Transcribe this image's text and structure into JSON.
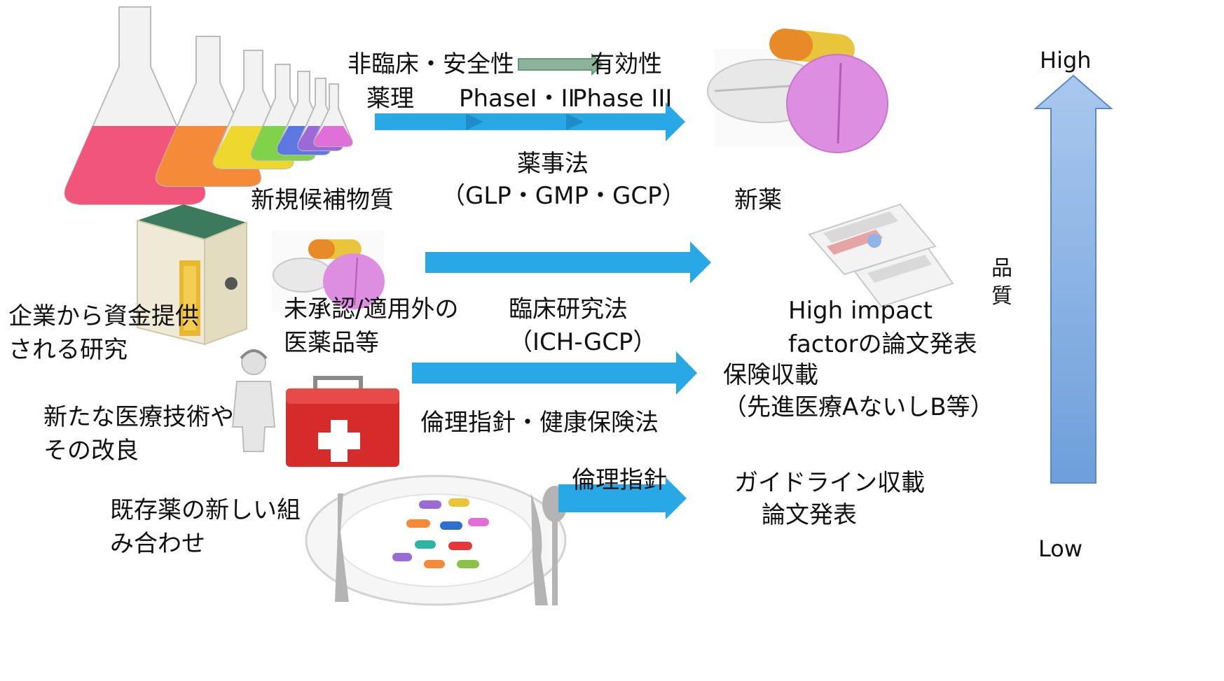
{
  "row1": {
    "top_left": "非臨床・安全性",
    "top_right": "有効性",
    "stage_a": "薬理",
    "stage_b": "PhaseI・II",
    "stage_c": "Phase III",
    "law": "薬事法",
    "law_sub": "（GLP・GMP・GCP）",
    "source": "新規候補物質",
    "outcome": "新薬"
  },
  "row2": {
    "source_left": "企業から資金提供される研究",
    "source_right": "未承認/適用外の医薬品等",
    "law": "臨床研究法",
    "law_sub": "（ICH-GCP）",
    "outcome": "High impact factorの論文発表"
  },
  "row3": {
    "source": "新たな医療技術やその改良",
    "outcome": "保険収載",
    "outcome_sub": "（先進医療AないしB等）",
    "law": "倫理指針・健康保険法"
  },
  "row4": {
    "source": "既存薬の新しい組み合わせ",
    "law": "倫理指針",
    "outcome": "ガイドライン収載",
    "outcome_sub": "論文発表"
  },
  "quality_axis": {
    "high": "High",
    "low": "Low",
    "label": "品質"
  },
  "colors": {
    "arrow_blue": "#29A8E6",
    "axis_blue": "#7FAEE0",
    "small_arrow_green": "#8DB39C"
  }
}
